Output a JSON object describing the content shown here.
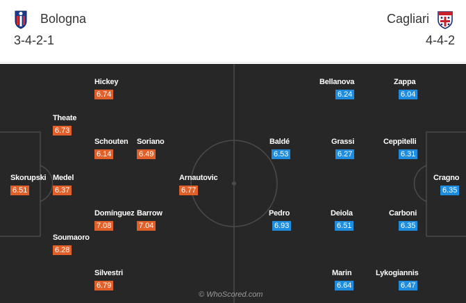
{
  "home": {
    "name": "Bologna",
    "formation": "3-4-2-1",
    "color": "#e1602a",
    "crest_icon": "bologna-crest",
    "players": [
      {
        "name": "Hickey",
        "rating": "6.74"
      },
      {
        "name": "Theate",
        "rating": "6.73"
      },
      {
        "name": "Schouten",
        "rating": "6.14"
      },
      {
        "name": "Soriano",
        "rating": "6.49"
      },
      {
        "name": "Skorupski",
        "rating": "6.51"
      },
      {
        "name": "Medel",
        "rating": "6.37"
      },
      {
        "name": "Arnautovic",
        "rating": "6.77"
      },
      {
        "name": "Domínguez",
        "rating": "7.08"
      },
      {
        "name": "Barrow",
        "rating": "7.04"
      },
      {
        "name": "Soumaoro",
        "rating": "6.28"
      },
      {
        "name": "Silvestri",
        "rating": "6.79"
      }
    ]
  },
  "away": {
    "name": "Cagliari",
    "formation": "4-4-2",
    "color": "#1e8de0",
    "crest_icon": "cagliari-crest",
    "players": [
      {
        "name": "Bellanova",
        "rating": "6.24"
      },
      {
        "name": "Zappa",
        "rating": "6.04"
      },
      {
        "name": "Baldé",
        "rating": "6.53"
      },
      {
        "name": "Grassi",
        "rating": "6.27"
      },
      {
        "name": "Ceppitelli",
        "rating": "6.31"
      },
      {
        "name": "Cragno",
        "rating": "6.35"
      },
      {
        "name": "Pedro",
        "rating": "6.93"
      },
      {
        "name": "Deiola",
        "rating": "6.51"
      },
      {
        "name": "Carboni",
        "rating": "6.35"
      },
      {
        "name": "Marin",
        "rating": "6.64"
      },
      {
        "name": "Lykogiannis",
        "rating": "6.47"
      }
    ]
  },
  "watermark": "© WhoScored.com"
}
